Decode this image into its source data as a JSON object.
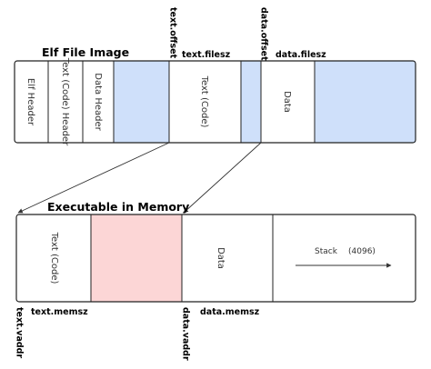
{
  "elf_image": {
    "title": "Elf File Image",
    "sections": [
      {
        "label": "Elf Header"
      },
      {
        "label": "Text (Code) Header"
      },
      {
        "label": "Data Header"
      },
      {
        "label": "Text (Code)"
      },
      {
        "label": "Data"
      }
    ],
    "markers": {
      "text_offset": "text.offset",
      "text_filesz": "text.filesz",
      "data_offset": "data.offset",
      "data_filesz": "data.filesz"
    }
  },
  "memory": {
    "title": "Executable in Memory",
    "sections": [
      {
        "label": "Text (Code)"
      },
      {
        "label": "Data"
      },
      {
        "label": "Stack",
        "size": "(4096)"
      }
    ],
    "markers": {
      "text_vaddr": "text.vaddr",
      "text_memsz": "text.memsz",
      "data_vaddr": "data.vaddr",
      "data_memsz": "data.memsz"
    }
  },
  "colors": {
    "padding_blue": "#cfe0fa",
    "bss_pink": "#fcd6d6",
    "outline": "#222222"
  }
}
